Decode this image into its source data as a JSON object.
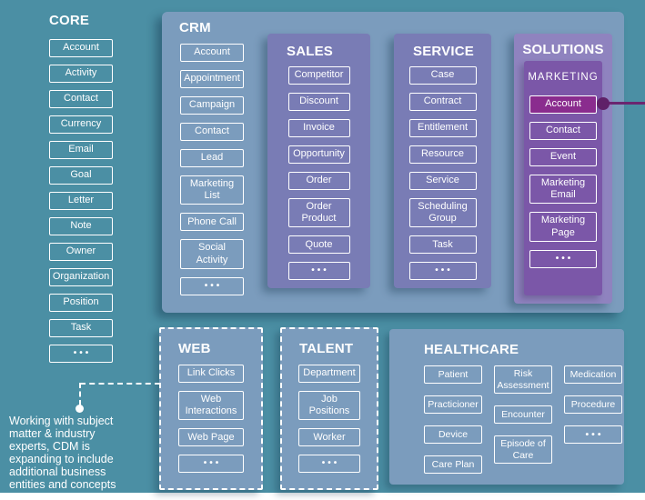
{
  "diagram": {
    "core": {
      "title": "CORE",
      "items": [
        "Account",
        "Activity",
        "Contact",
        "Currency",
        "Email",
        "Goal",
        "Letter",
        "Note",
        "Owner",
        "Organization",
        "Position",
        "Task",
        "•••"
      ]
    },
    "crm": {
      "title": "CRM",
      "items": [
        "Account",
        "Appointment",
        "Campaign",
        "Contact",
        "Lead",
        "Marketing List",
        "Phone Call",
        "Social Activity",
        "•••"
      ]
    },
    "sales": {
      "title": "SALES",
      "items": [
        "Competitor",
        "Discount",
        "Invoice",
        "Opportunity",
        "Order",
        "Order Product",
        "Quote",
        "•••"
      ]
    },
    "service": {
      "title": "SERVICE",
      "items": [
        "Case",
        "Contract",
        "Entitlement",
        "Resource",
        "Service",
        "Scheduling Group",
        "Task",
        "•••"
      ]
    },
    "solutions": {
      "title": "SOLUTIONS",
      "marketing": {
        "title": "MARKETING",
        "items": [
          {
            "label": "Account",
            "highlighted": true
          },
          "Contact",
          "Event",
          "Marketing Email",
          "Marketing Page",
          "•••"
        ]
      }
    },
    "web": {
      "title": "WEB",
      "items": [
        "Link Clicks",
        "Web Interactions",
        "Web Page",
        "•••"
      ]
    },
    "talent": {
      "title": "TALENT",
      "items": [
        "Department",
        "Job Positions",
        "Worker",
        "•••"
      ]
    },
    "healthcare": {
      "title": "HEALTHCARE",
      "columns": [
        [
          "Patient",
          "Practicioner",
          "Device",
          "Care Plan"
        ],
        [
          "Risk Assessment",
          "Encounter",
          "Episode of Care"
        ],
        [
          "Medication",
          "Procedure",
          "•••"
        ]
      ]
    },
    "note": "Working with subject matter & industry experts, CDM is expanding to include additional business entities and concepts"
  },
  "colors": {
    "background_teal": "#4B8FA4",
    "container_blue": "#7B9CBD",
    "purple_panel": "#797CB5",
    "solutions_panel": "#8F83BF",
    "marketing_panel": "#7B57A8",
    "highlight_fill": "#8A2C8E",
    "connector_line": "#6B2570",
    "connector_dot": "#5F2168",
    "box_border": "#FFFFFF",
    "bottom_strip": "#FFFFFF"
  }
}
